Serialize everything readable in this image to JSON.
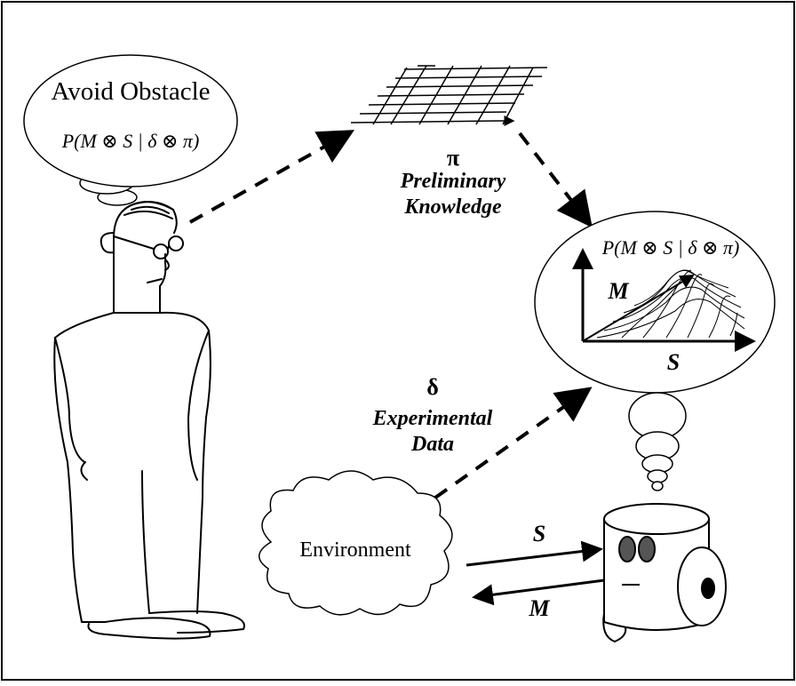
{
  "thought_bubble": {
    "title": "Avoid Obstacle",
    "formula": "P(M ⊗ S | δ ⊗ π)"
  },
  "preliminary_knowledge": {
    "symbol": "π",
    "line1": "Preliminary",
    "line2": "Knowledge"
  },
  "experimental_data": {
    "symbol": "δ",
    "line1": "Experimental",
    "line2": "Data"
  },
  "distribution_bubble": {
    "formula": "P(M ⊗ S | δ ⊗ π)",
    "axis_m": "M",
    "axis_s": "S"
  },
  "environment": {
    "label": "Environment"
  },
  "robot_link": {
    "sensor_label": "S",
    "motor_label": "M"
  }
}
